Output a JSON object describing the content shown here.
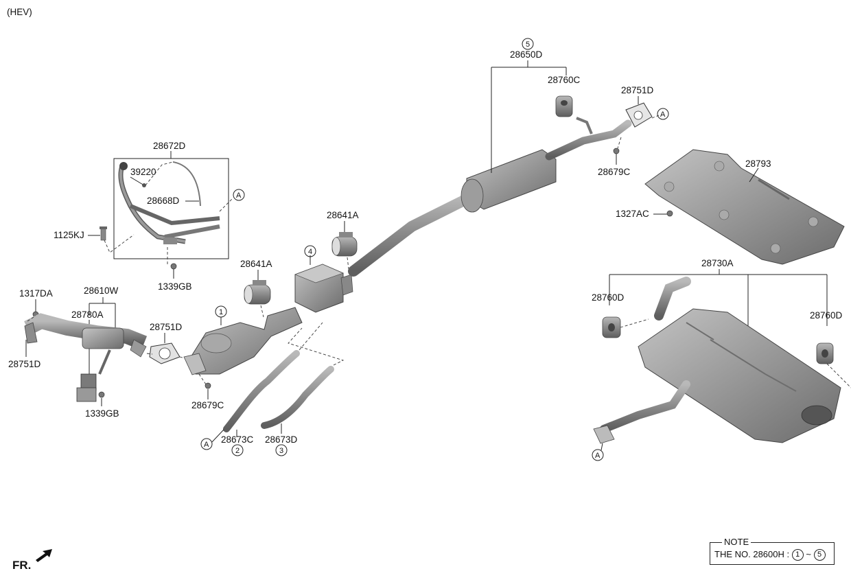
{
  "variant": "(HEV)",
  "front_label": "FR.",
  "note": {
    "title": "NOTE",
    "text_prefix": "THE NO. 28600H :",
    "range_start": "1",
    "range_sep": "~",
    "range_end": "5"
  },
  "part_labels": {
    "p28672D": "28672D",
    "p39220": "39220",
    "p28668D": "28668D",
    "p1125KJ": "1125KJ",
    "p1339GB_top": "1339GB",
    "p1317DA": "1317DA",
    "p28610W": "28610W",
    "p28780A": "28780A",
    "p28751D_left": "28751D",
    "p1339GB_bottom": "1339GB",
    "p28751D_mid": "28751D",
    "p28679C_mid": "28679C",
    "p28641A_left": "28641A",
    "p28641A_right": "28641A",
    "p28673C": "28673C",
    "p28673D": "28673D",
    "p28650D": "28650D",
    "p28760C": "28760C",
    "p28751D_right": "28751D",
    "p28679C_right": "28679C",
    "p28793": "28793",
    "p1327AC": "1327AC",
    "p28730A": "28730A",
    "p28760D_left": "28760D",
    "p28760D_right": "28760D"
  },
  "callouts": {
    "c1": "1",
    "c2": "2",
    "c3": "3",
    "c4": "4",
    "c5": "5",
    "refA": "A"
  }
}
